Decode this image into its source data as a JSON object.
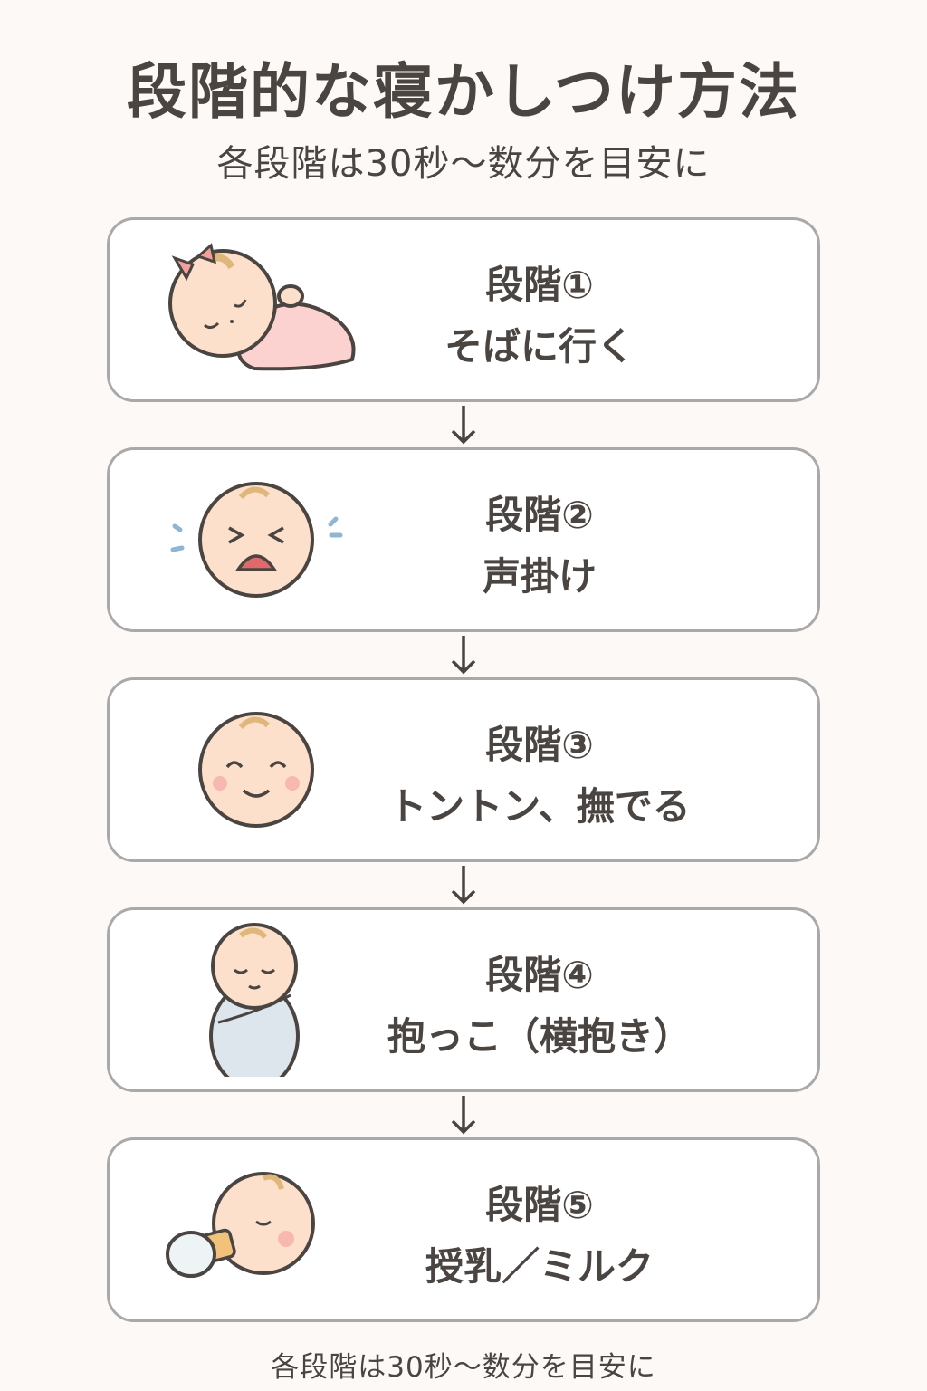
{
  "title": "段階的な寝かしつけ方法",
  "subtitle": "各段階は30秒～数分を目安に",
  "steps": [
    {
      "step": "段階①",
      "label": "そばに行く",
      "icon": "sleeping-baby-icon"
    },
    {
      "step": "段階②",
      "label": "声掛け",
      "icon": "crying-baby-icon"
    },
    {
      "step": "段階③",
      "label": "トントン、撫でる",
      "icon": "smiling-baby-icon"
    },
    {
      "step": "段階④",
      "label": "抱っこ（横抱き）",
      "icon": "swaddled-baby-icon"
    },
    {
      "step": "段階⑤",
      "label": "授乳／ミルク",
      "icon": "baby-bottle-icon"
    }
  ],
  "footer": "各段階は30秒～数分を目安に",
  "colors": {
    "background": "#fcf9f6",
    "text": "#4b4542",
    "border": "#a9a9a9",
    "skin": "#fde0cb",
    "pink": "#fbd2cf",
    "swaddle": "#dde6ec"
  }
}
